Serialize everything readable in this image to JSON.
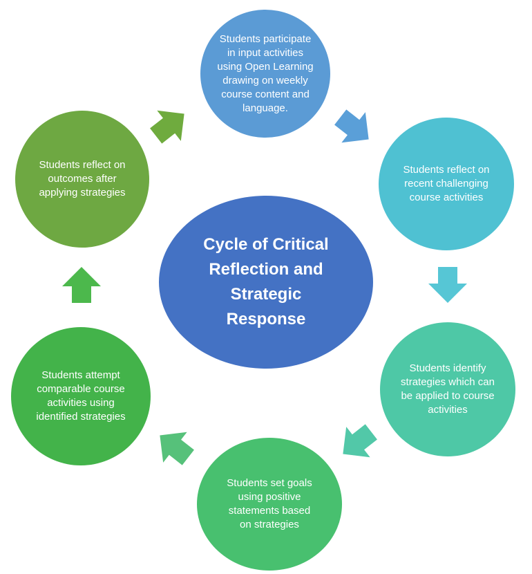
{
  "center": {
    "label": "Cycle of Critical Reflection and Strategic Response",
    "color": "#4472c4"
  },
  "steps": [
    {
      "label": "Students participate in input activities using Open Learning drawing on weekly course content and language.",
      "color": "#5b9bd5"
    },
    {
      "label": "Students reflect on recent challenging course activities",
      "color": "#4fc1d2"
    },
    {
      "label": "Students identify strategies which can be applied to course activities",
      "color": "#4ec8a6"
    },
    {
      "label": "Students set goals using positive statements based on strategies",
      "color": "#48c06f"
    },
    {
      "label": "Students attempt comparable course activities using identified strategies",
      "color": "#43b34a"
    },
    {
      "label": "Students reflect on outcomes after applying strategies",
      "color": "#6ea842"
    }
  ],
  "arrow_colors": [
    "#5a9fd8",
    "#56c6d5",
    "#52c8a8",
    "#56c17a",
    "#4cb84c",
    "#6fab3e"
  ]
}
